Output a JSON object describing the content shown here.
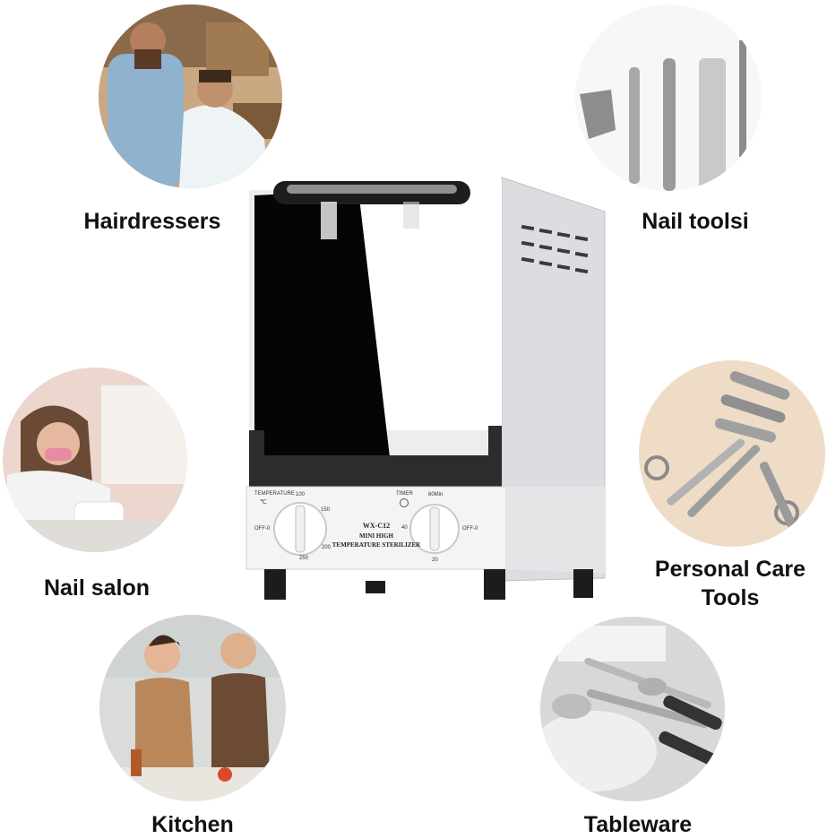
{
  "labels": {
    "hairdressers": "Hairdressers",
    "nail_tools": "Nail toolsi",
    "nail_salon": "Nail salon",
    "personal_care_line1": "Personal Care",
    "personal_care_line2": "Tools",
    "kitchen": "Kitchen",
    "tableware": "Tableware"
  },
  "device": {
    "model": "WX-C12",
    "name_line1": "MINI HIGH",
    "name_line2": "TEMPERATURE STERILIZER",
    "temp_label": "TEMPERATURE",
    "temp_unit": "℃",
    "temp_ticks": [
      "100",
      "150",
      "200",
      "250",
      "OFF-0"
    ],
    "timer_label": "TIMER",
    "timer_ticks": [
      "60Min",
      "40",
      "20",
      "OFF-0"
    ]
  },
  "colors": {
    "body": "#e9eaec",
    "panel": "#f4f4f5",
    "glass": "#050505",
    "frame": "#2c2c2e"
  }
}
